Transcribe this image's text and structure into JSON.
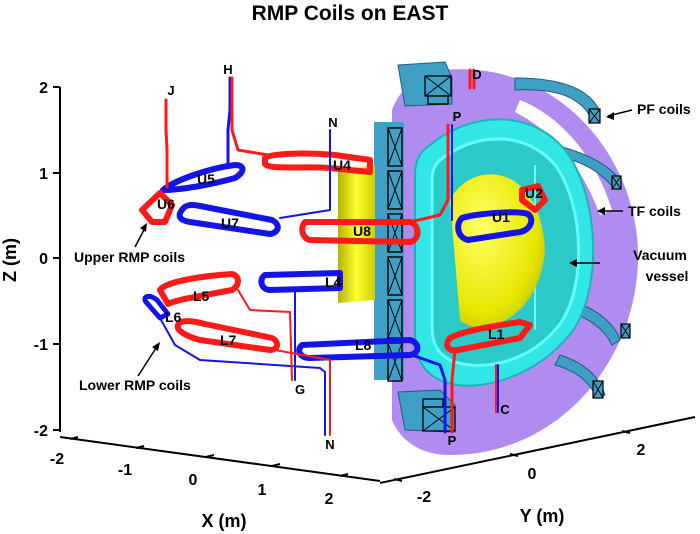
{
  "figure": {
    "title": "RMP Coils on EAST",
    "colors": {
      "red_coil": "#ff1a1a",
      "blue_coil": "#1414e6",
      "tf_coil": "#b08cf0",
      "vacuum_vessel": "#33e6e6",
      "vacuum_vessel_dark": "#1fb3b3",
      "plasma": "#e6e600",
      "pf_coil": "#3f9fc4",
      "central_solenoid": "#3f9fc4"
    },
    "axes": {
      "z": {
        "label": "Z (m)",
        "ticks": [
          "2",
          "1",
          "0",
          "-1",
          "-2"
        ],
        "range": [
          -2,
          2
        ]
      },
      "x": {
        "label": "X (m)",
        "ticks": [
          "-2",
          "-1",
          "0",
          "1",
          "2"
        ],
        "range": [
          -2,
          2
        ]
      },
      "y": {
        "label": "Y (m)",
        "ticks": [
          "-2",
          "0",
          "2"
        ],
        "range": [
          -2,
          2
        ]
      }
    },
    "coil_labels": {
      "upper": [
        "U1",
        "U2",
        "U4",
        "U5",
        "U6",
        "U7",
        "U8"
      ],
      "lower": [
        "L1",
        "L4",
        "L5",
        "L6",
        "L7",
        "L8"
      ]
    },
    "terminal_labels": [
      "H",
      "J",
      "N",
      "D",
      "P",
      "G",
      "N",
      "P",
      "C"
    ],
    "annotations": {
      "pf_coils": "PF coils",
      "tf_coils": "TF coils",
      "vacuum_vessel_line1": "Vacuum",
      "vacuum_vessel_line2": "vessel",
      "upper_rmp": "Upper RMP coils",
      "lower_rmp": "Lower RMP coils"
    }
  }
}
